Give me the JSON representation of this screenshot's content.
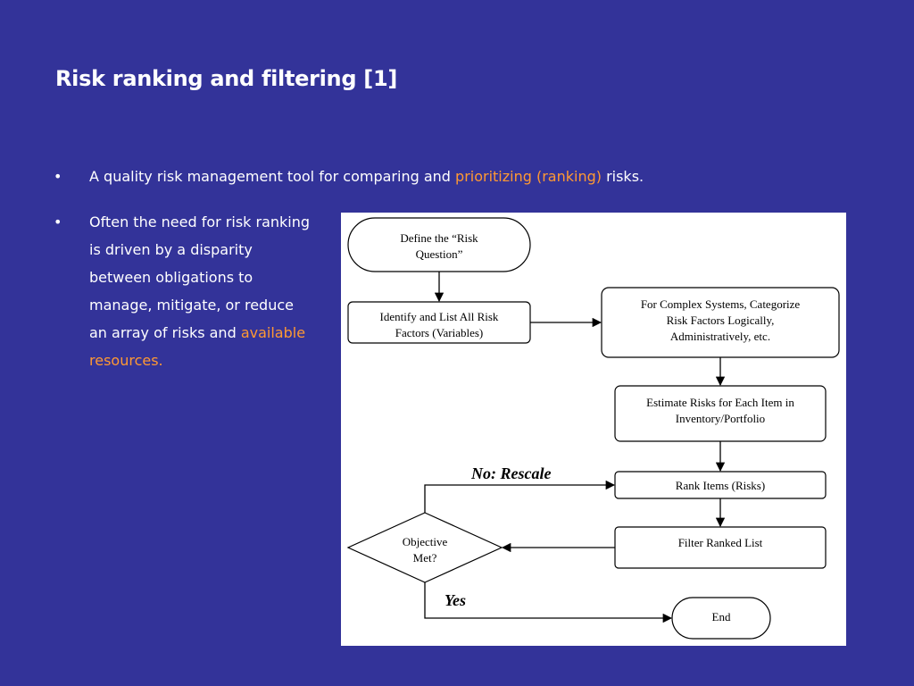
{
  "slide": {
    "title": "Risk ranking and filtering [1]",
    "bullet_char": "•",
    "bullet1": {
      "before": "A quality risk management tool for comparing and ",
      "highlight": "prioritizing (ranking)",
      "after": " risks."
    },
    "bullet2": {
      "before": "Often the need for risk ranking is driven by a disparity between obligations to manage, mitigate, or reduce an array of risks and ",
      "highlight": "available resources."
    },
    "highlight_color": "#ff9933",
    "background_color": "#333399"
  },
  "flowchart": {
    "define_line1": "Define the “Risk",
    "define_line2": "Question”",
    "identify_line1": "Identify and List All Risk",
    "identify_line2": "Factors (Variables)",
    "complex_line1": "For Complex Systems, Categorize",
    "complex_line2": "Risk Factors Logically,",
    "complex_line3": "Administratively, etc.",
    "estimate_line1": "Estimate Risks for Each Item in",
    "estimate_line2": "Inventory/Portfolio",
    "rank": "Rank Items (Risks)",
    "filter": "Filter Ranked List",
    "objective_line1": "Objective",
    "objective_line2": "Met?",
    "end": "End",
    "no_label": "No: Rescale",
    "yes_label": "Yes"
  }
}
